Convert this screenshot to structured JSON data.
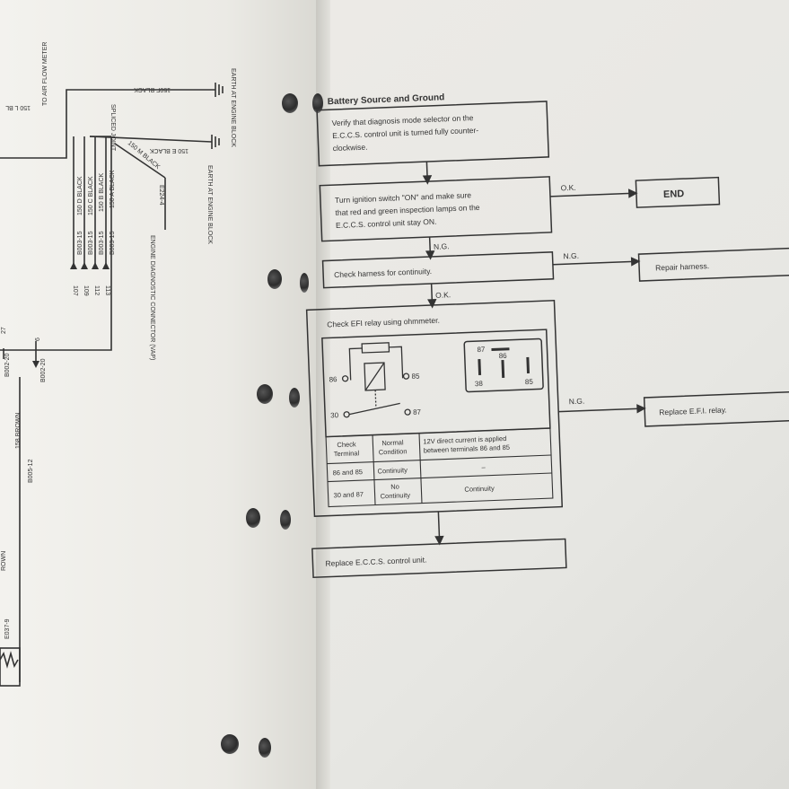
{
  "left_page": {
    "labels_top": [
      "150 L BL",
      "TO AIR FLOW METER",
      "150F BLACK",
      "EARTH AT ENGINE BLOCK"
    ],
    "spliced_joint": "SPLICED JOINT",
    "wire_150e": "150 E BLACK",
    "wire_150m": "150 M BLACK",
    "earth2": "EARTH AT ENGINE BLOCK",
    "wires_vertical": [
      "150 D BLACK",
      "150 C BLACK",
      "150 B BLACK",
      "150 A BLACK"
    ],
    "connectors": [
      "B003-15",
      "B003-15",
      "B003-15",
      "B003-15"
    ],
    "pins": [
      "107",
      "109",
      "112",
      "113"
    ],
    "e224": "E224-4",
    "diag": "ENGINE DIAGNOSTIC CONNECTOR (VAP)",
    "side_27": "27",
    "side_6": "6",
    "b002a": "B002-20",
    "b002b": "B002-20",
    "brown158": "158 BROWN",
    "b005": "B005-12",
    "rown": "ROWN",
    "e037": "E037-9"
  },
  "flow": {
    "title": "Battery Source and Ground",
    "step1": [
      "Verify that diagnosis mode selector on the",
      "E.C.C.S. control unit is turned fully counter-",
      "clockwise."
    ],
    "step2": [
      "Turn ignition switch \"ON\" and make sure",
      "that red and green inspection lamps on the",
      "E.C.C.S. control unit stay ON."
    ],
    "ok1": "O.K.",
    "end": "END",
    "ng1": "N.G.",
    "step3": "Check harness for continuity.",
    "ng2": "N.G.",
    "repair": "Repair harness.",
    "ok2": "O.K.",
    "step4": "Check EFI relay using ohmmeter.",
    "relay_pins": {
      "p86": "86",
      "p85": "85",
      "p30": "30",
      "p87": "87"
    },
    "connector_pins": {
      "c87": "87",
      "c86": "86",
      "c38": "38",
      "c85": "85"
    },
    "ng3": "N.G.",
    "replace_relay": "Replace E.F.I. relay.",
    "table": {
      "h_check": [
        "Check",
        "Terminal"
      ],
      "h_normal": [
        "Normal",
        "Condition"
      ],
      "h_note": [
        "12V direct current is applied",
        "between terminals 86 and 85"
      ],
      "r1": [
        "86 and 85",
        "Continuity",
        "–"
      ],
      "r2_term": "30 and 87",
      "r2_cond": [
        "No",
        "Continuity"
      ],
      "r2_note": "Continuity"
    },
    "step5": "Replace E.C.C.S. control unit."
  }
}
